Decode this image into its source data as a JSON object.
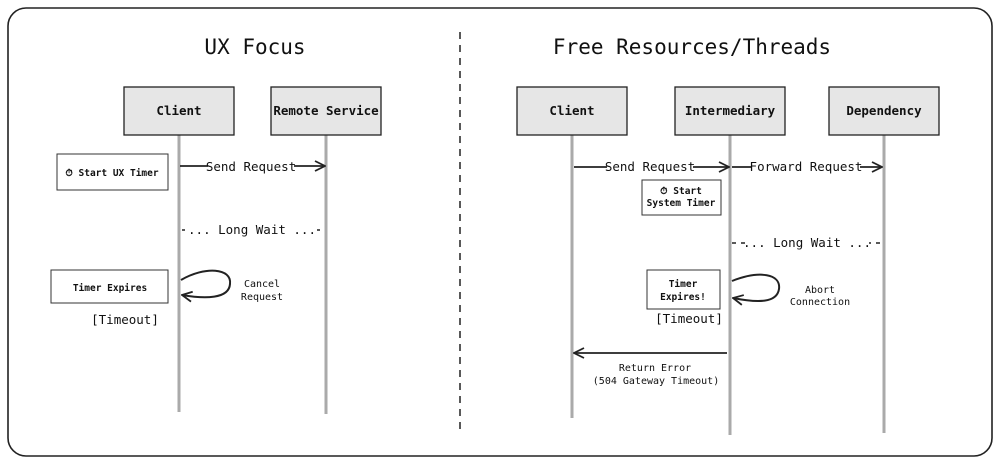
{
  "left": {
    "title": "UX Focus",
    "participants": [
      "Client",
      "Remote Service"
    ],
    "start_note": "⏱ Start UX Timer",
    "send_request": "Send Request",
    "long_wait": "...  Long Wait  ...",
    "timer_expires_note": "Timer Expires",
    "cancel_request": [
      "Cancel",
      "Request"
    ],
    "timeout_label": "[Timeout]"
  },
  "right": {
    "title": "Free Resources/Threads",
    "participants": [
      "Client",
      "Intermediary",
      "Dependency"
    ],
    "send_request": "Send Request",
    "forward_request": "Forward Request",
    "start_note": [
      "⏱ Start",
      "System Timer"
    ],
    "long_wait": "...  Long Wait  ...",
    "timer_expires_note": [
      "Timer",
      "Expires!"
    ],
    "abort_connection": [
      "Abort",
      "Connection"
    ],
    "timeout_label": "[Timeout]",
    "return_error": [
      "Return Error",
      "(504 Gateway Timeout)"
    ]
  },
  "colors": {
    "participant_fill": "#e6e6e6",
    "lifeline": "#aaaaaa",
    "stroke": "#222222"
  }
}
